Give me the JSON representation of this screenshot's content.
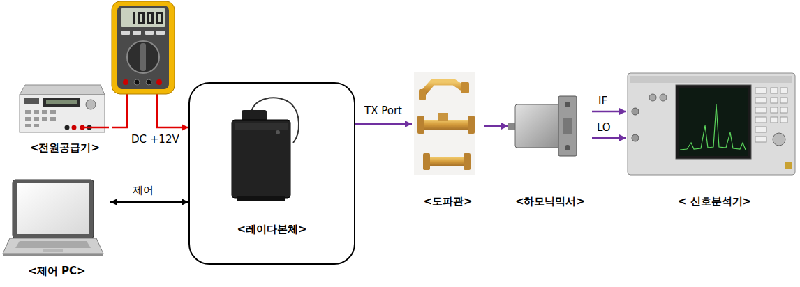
{
  "diagram": {
    "nodes": [
      {
        "text": [
          "<전원공급기>"
        ]
      },
      {
        "text": [
          "<레이다본체>"
        ]
      },
      {
        "text": [
          "<제어 PC>"
        ]
      },
      {
        "text": [
          "<도파관>"
        ]
      },
      {
        "text": [
          "<하모닉믹서>"
        ]
      },
      {
        "text": [
          "< 신호분석기>"
        ]
      }
    ],
    "edges": [
      {
        "from": 0,
        "to": 1,
        "label": "DC +12V",
        "arrow": "to"
      },
      {
        "from": 2,
        "to": 1,
        "label": "제어",
        "arrow": "both"
      },
      {
        "from": 1,
        "to": 3,
        "label": "TX Port",
        "arrow": "to"
      },
      {
        "from": 3,
        "to": 4,
        "arrow": "to"
      },
      {
        "from": 4,
        "to": 5,
        "label": "IF",
        "arrow": "to"
      },
      {
        "from": 4,
        "to": 5,
        "label": "LO",
        "arrow": "to"
      }
    ]
  }
}
